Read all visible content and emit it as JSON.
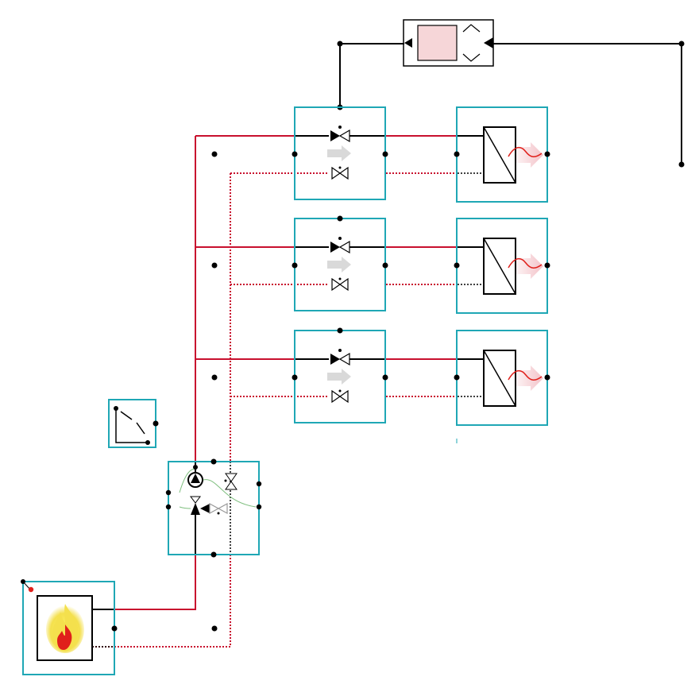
{
  "diagram": {
    "colors": {
      "supply_line": "#c8102e",
      "return_line": "#c8102e",
      "frame": "#1fa7b5",
      "wire": "#000000",
      "flame_outer": "#f4e04d",
      "flame_inner": "#e0201b",
      "heat_arrow": "#f3c2c8",
      "flow_arrow": "#d9d9d9",
      "controller_fill": "#f6d6d8",
      "signal_line": "#7fbf7f"
    },
    "components": [
      {
        "name": "boiler",
        "icon": "flame-icon"
      },
      {
        "name": "pump-mixing-unit",
        "icon": "pump-icon"
      },
      {
        "name": "outdoor-sensor",
        "icon": "curve-icon"
      },
      {
        "name": "controller",
        "icon": "up-down-icon"
      },
      {
        "name": "valve-unit-1",
        "icon": "valve-icon"
      },
      {
        "name": "valve-unit-2",
        "icon": "valve-icon"
      },
      {
        "name": "valve-unit-3",
        "icon": "valve-icon"
      },
      {
        "name": "heat-emitter-1",
        "icon": "radiator-icon"
      },
      {
        "name": "heat-emitter-2",
        "icon": "radiator-icon"
      },
      {
        "name": "heat-emitter-3",
        "icon": "radiator-icon"
      }
    ]
  }
}
